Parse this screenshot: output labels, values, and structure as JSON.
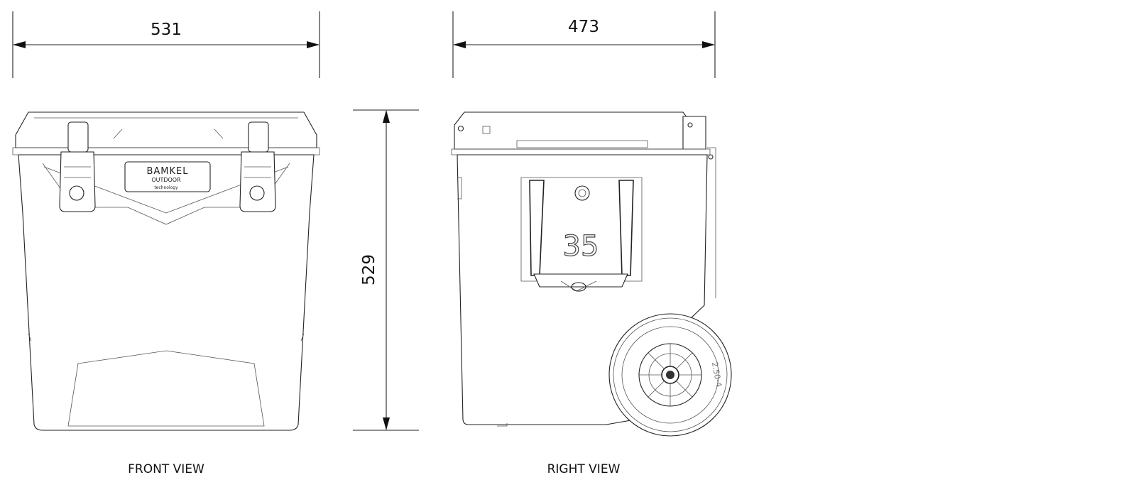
{
  "dimensions": {
    "front_width": "531",
    "side_depth": "473",
    "height": "529"
  },
  "views": {
    "front_label": "FRONT VIEW",
    "right_label": "RIGHT VIEW"
  },
  "product": {
    "brand": "BAMKEL",
    "brand_line2": "OUTDOOR",
    "brand_line3": "technology",
    "capacity_mark": "35",
    "wheel_mark": "2.50-4"
  }
}
